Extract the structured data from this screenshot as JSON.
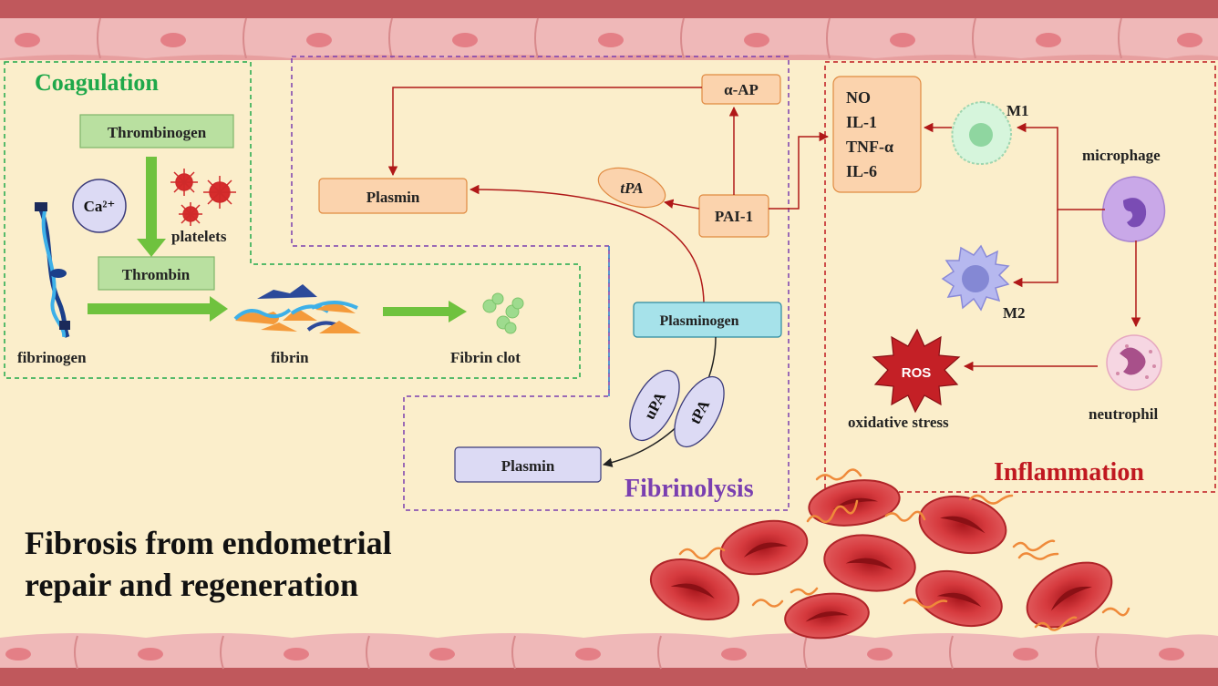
{
  "colors": {
    "background": "#fbeecb",
    "vessel_wall": "#c0585c",
    "endothelial_cell": "#efb8b8",
    "coagulation_green": "#1fa84a",
    "fibrinolysis_purple": "#7a3fb0",
    "inflammation_red": "#c01820",
    "arrow_red": "#b01818",
    "orange_box": "#fbd3ad",
    "green_box": "#b9e0a0",
    "purple_box": "#dcdaf4",
    "cyan_box": "#a6e2ea"
  },
  "sections": {
    "coagulation": "Coagulation",
    "fibrinolysis": "Fibrinolysis",
    "inflammation": "Inflammation"
  },
  "coagulation": {
    "thrombinogen": "Thrombinogen",
    "thrombin": "Thrombin",
    "calcium": "Ca²⁺",
    "platelets": "platelets",
    "fibrinogen": "fibrinogen",
    "fibrin": "fibrin",
    "fibrin_clot": "Fibrin clot"
  },
  "fibrinolysis": {
    "alpha_ap": "α-AP",
    "plasmin_top": "Plasmin",
    "tpa_top": "tPA",
    "pai1": "PAI-1",
    "plasminogen": "Plasminogen",
    "upa": "uPA",
    "tpa_bottom": "tPA",
    "plasmin_bottom": "Plasmin"
  },
  "inflammation": {
    "cytokines": [
      "NO",
      "IL-1",
      "TNF-α",
      "IL-6"
    ],
    "m1": "M1",
    "m2": "M2",
    "microphage": "microphage",
    "ros": "ROS",
    "oxidative_stress": "oxidative stress",
    "neutrophil": "neutrophil"
  },
  "main_title": [
    "Fibrosis from endometrial",
    "repair and regeneration"
  ]
}
